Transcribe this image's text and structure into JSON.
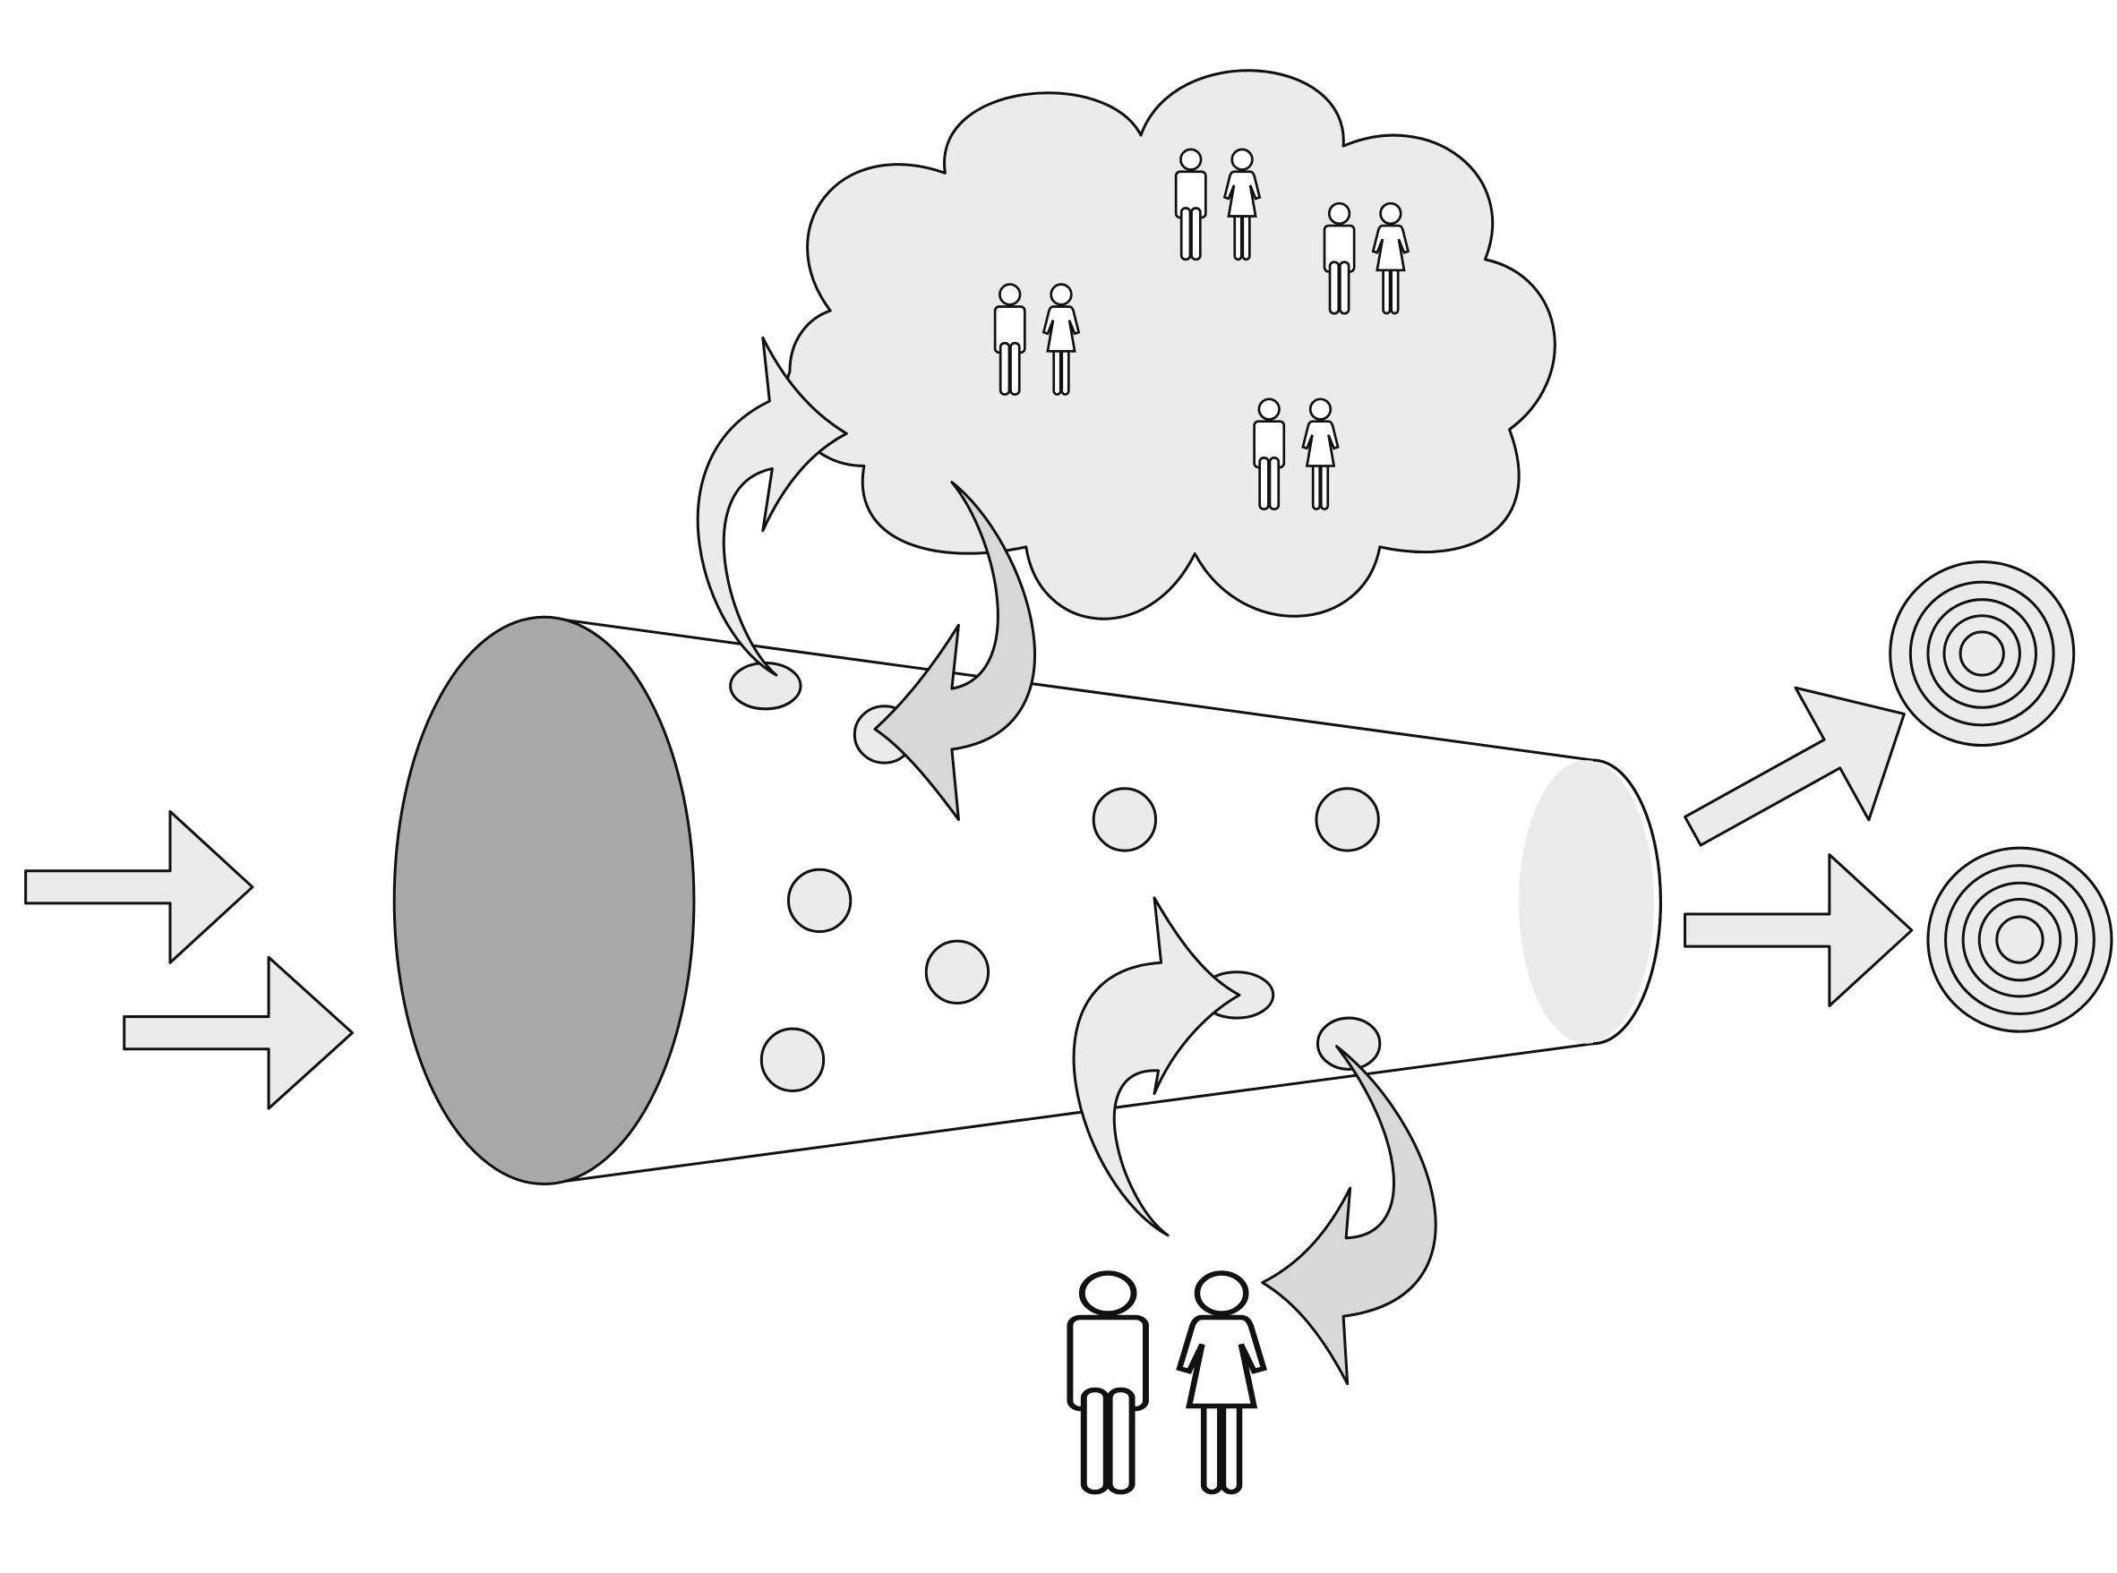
{
  "colors": {
    "background": "#ffffff",
    "outline": "#111111",
    "light_fill": "#ebebeb",
    "dark_fill": "#a8a8a8",
    "arrow_fill_dark": "#d8d8d8"
  },
  "icons": [
    "input-arrow",
    "cylinder",
    "cloud",
    "person-male",
    "person-female",
    "curved-arrow",
    "output-arrow",
    "target"
  ]
}
